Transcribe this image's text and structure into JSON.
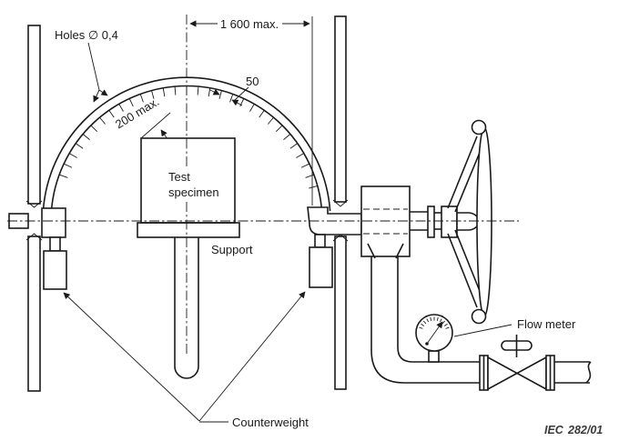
{
  "figure": {
    "labels": {
      "holes": "Holes ∅ 0,4",
      "max_width": "1 600 max.",
      "hole_spacing": "50",
      "specimen_max": "200 max.",
      "specimen_line1": "Test",
      "specimen_line2": "specimen",
      "support": "Support",
      "counterweight": "Counterweight",
      "flow_meter": "Flow meter"
    },
    "reference": {
      "org": "IEC",
      "number": "282/01"
    },
    "colors": {
      "line": "#1a1a1a",
      "background": "#ffffff",
      "reference_text": "#3a3a3a"
    }
  }
}
